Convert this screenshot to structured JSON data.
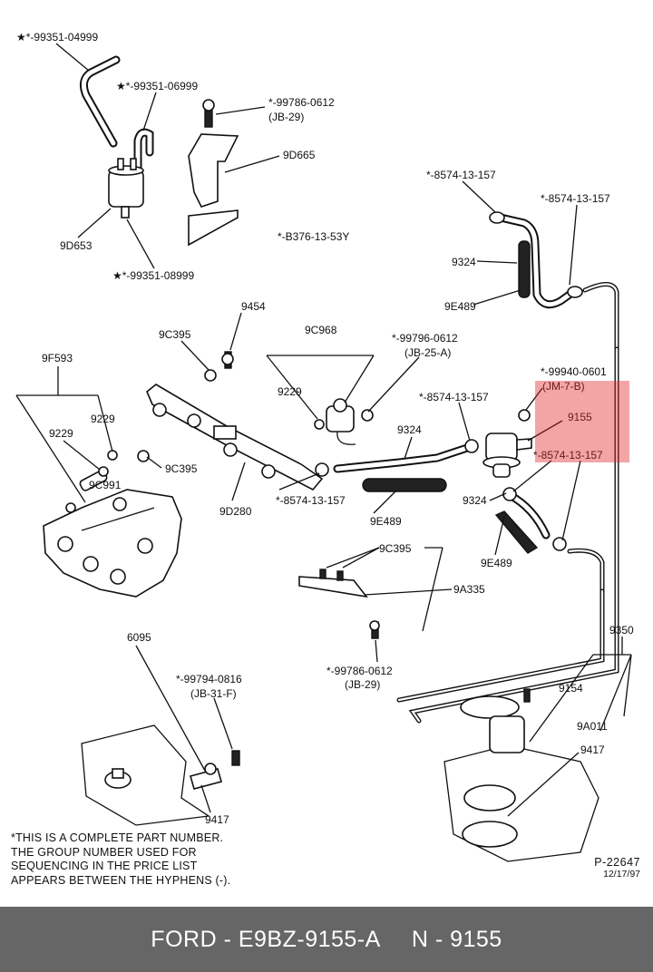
{
  "callouts": {
    "p99351_04999": "★*-99351-04999",
    "p99351_06999": "★*-99351-06999",
    "p99786_0612_a": "*-99786-0612",
    "jb29_a": "(JB-29)",
    "p9d665": "9D665",
    "p9d653": "9D653",
    "p99351_08999": "★*-99351-08999",
    "pB376": "*-B376-13-53Y",
    "p8574_a": "*-8574-13-157",
    "p8574_b": "*-8574-13-157",
    "p9324_a": "9324",
    "p9e489_a": "9E489",
    "p9454": "9454",
    "p9c395_a": "9C395",
    "p9c968": "9C968",
    "p99796_0612": "*-99796-0612",
    "jb25a": "(JB-25-A)",
    "p99940_0601": "*-99940-0601",
    "jm7b": "(JM-7-B)",
    "p9f593": "9F593",
    "p9229_a": "9229",
    "p9229_b": "9229",
    "p9229_c": "9229",
    "p8574_c": "*-8574-13-157",
    "p9155": "9155",
    "p8574_d": "*-8574-13-157",
    "p9324_b": "9324",
    "p9324_c": "9324",
    "p9c395_b": "9C395",
    "p9c991": "9C991",
    "p9d280": "9D280",
    "p8574_e": "*-8574-13-157",
    "p9e489_b": "9E489",
    "p9e489_c": "9E489",
    "p9c395_c": "9C395",
    "p9a335": "9A335",
    "p99786_0612_b": "*-99786-0612",
    "jb29_b": "(JB-29)",
    "p6095": "6095",
    "p99794_0816": "*-99794-0816",
    "jb31f": "(JB-31-F)",
    "p9350": "9350",
    "p9154": "9154",
    "p9a011": "9A011",
    "p9417_a": "9417",
    "p9417_b": "9417"
  },
  "note": [
    "*THIS IS A COMPLETE PART NUMBER.",
    " THE GROUP NUMBER USED FOR",
    " SEQUENCING IN THE PRICE LIST",
    " APPEARS BETWEEN THE HYPHENS (-)."
  ],
  "reference": {
    "number": "P-22647",
    "date": "12/17/97"
  },
  "footer": {
    "brand_part": "FORD - E9BZ-9155-A",
    "number": "N - 9155"
  },
  "colors": {
    "highlight": "#e22828",
    "footer_bg": "#666666",
    "footer_text": "#ffffff"
  }
}
